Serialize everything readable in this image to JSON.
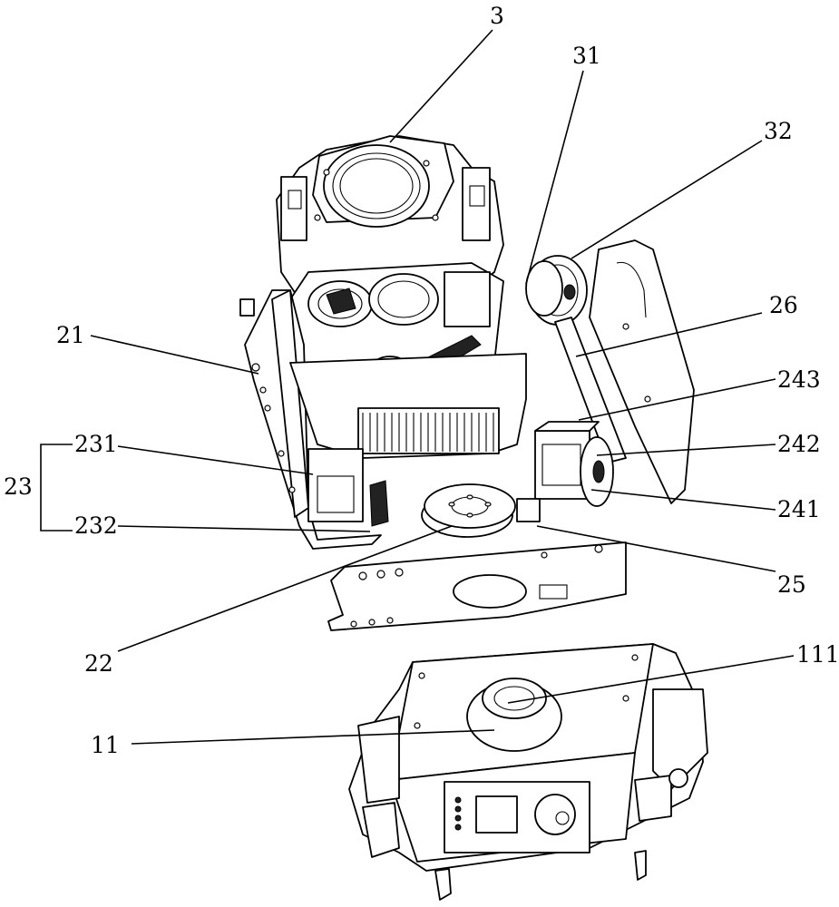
{
  "figure": {
    "labels": {
      "l3": "3",
      "l31": "31",
      "l32": "32",
      "l26": "26",
      "l21": "21",
      "l243": "243",
      "l231": "231",
      "l242": "242",
      "l23": "23",
      "l232": "232",
      "l241": "241",
      "l25": "25",
      "l22": "22",
      "l111": "111",
      "l11": "11"
    }
  }
}
